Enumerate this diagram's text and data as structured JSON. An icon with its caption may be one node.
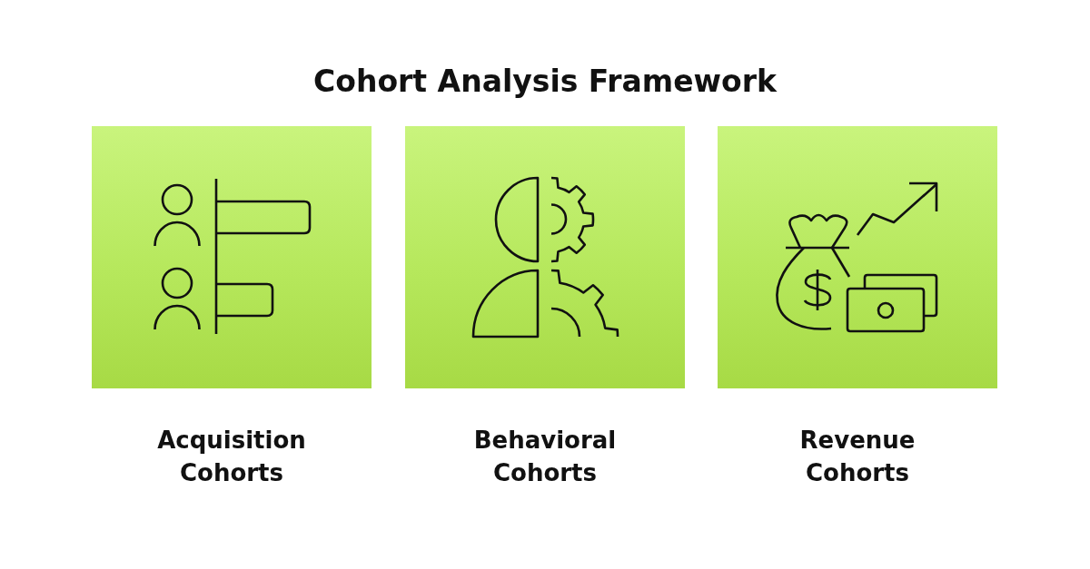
{
  "diagram": {
    "title": "Cohort Analysis Framework",
    "nodes": [
      {
        "text": [
          "Acquisition Cohorts"
        ]
      },
      {
        "text": [
          "Behavioral Cohorts"
        ]
      },
      {
        "text": [
          "Revenue Cohorts"
        ]
      }
    ]
  }
}
